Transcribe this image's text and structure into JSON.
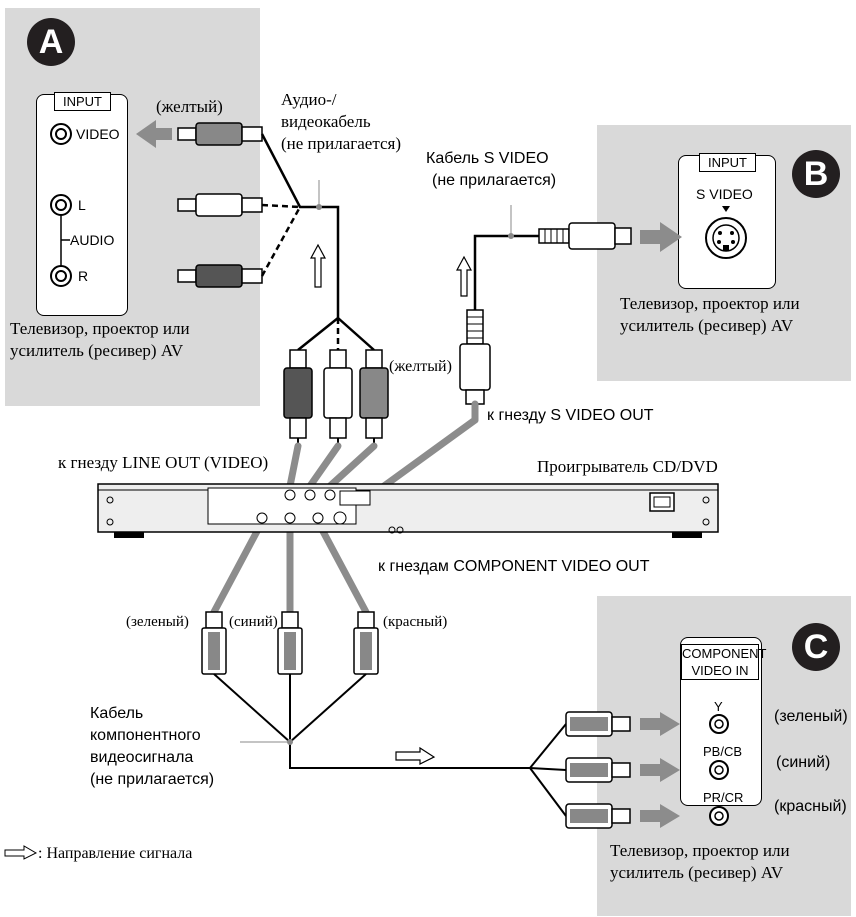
{
  "panel_a": {
    "badge": "A",
    "input_header": "INPUT",
    "video": "VIDEO",
    "left": "L",
    "audio": "AUDIO",
    "right": "R",
    "cable_color": "(желтый)",
    "device": [
      "Телевизор, проектор или",
      "усилитель (ресивер) AV"
    ]
  },
  "av_cable": [
    "Аудио-/",
    "видеокабель",
    "(не прилагается)"
  ],
  "yellow_plug": "(желтый)",
  "line_out": "к гнезду LINE OUT (VIDEO)",
  "panel_b": {
    "badge": "B",
    "input_header": "INPUT",
    "s_video": "S VIDEO",
    "device": [
      "Телевизор, проектор или",
      "усилитель (ресивер) AV"
    ]
  },
  "s_video_cable": [
    "Кабель S VIDEO",
    "(не прилагается)"
  ],
  "s_video_out": "к гнезду S VIDEO OUT",
  "player": "Проигрыватель CD/DVD",
  "component_out": "к гнездам COMPONENT VIDEO OUT",
  "plug_colors": {
    "green": "(зеленый)",
    "blue": "(синий)",
    "red": "(красный)"
  },
  "component_cable": [
    "Кабель",
    "компонентного",
    "видеосигнала",
    "(не прилагается)"
  ],
  "panel_c": {
    "badge": "C",
    "header": [
      "COMPONENT",
      "VIDEO IN"
    ],
    "y": "Y",
    "pb": "PB/CB",
    "pr": "PR/CR",
    "green": "(зеленый)",
    "blue": "(синий)",
    "red": "(красный)",
    "device": [
      "Телевизор, проектор или",
      "усилитель (ресивер) AV"
    ]
  },
  "legend": ": Направление сигнала"
}
